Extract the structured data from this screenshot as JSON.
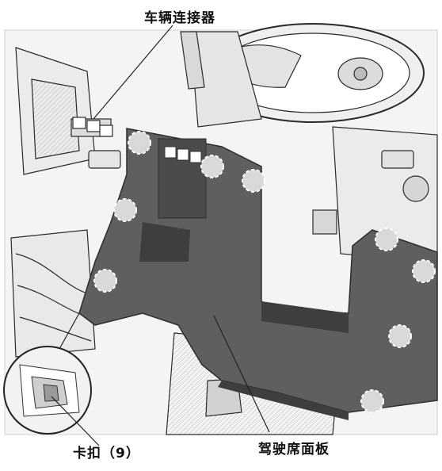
{
  "labels": {
    "connector": "车辆连接器",
    "clips": "卡扣（9）",
    "panel": "驾驶席面板"
  },
  "colors": {
    "panel_fill": "#5f5f5f",
    "panel_shadow": "#3e3e3e",
    "line_art": "#2a2a2a",
    "background": "#ffffff",
    "clip_marker_stroke": "#ffffff"
  },
  "icons": {
    "clip_marker": "dashed-circle",
    "connector_marker": "arrow-pointer",
    "detail_inset": "magnified-clip-inset"
  }
}
